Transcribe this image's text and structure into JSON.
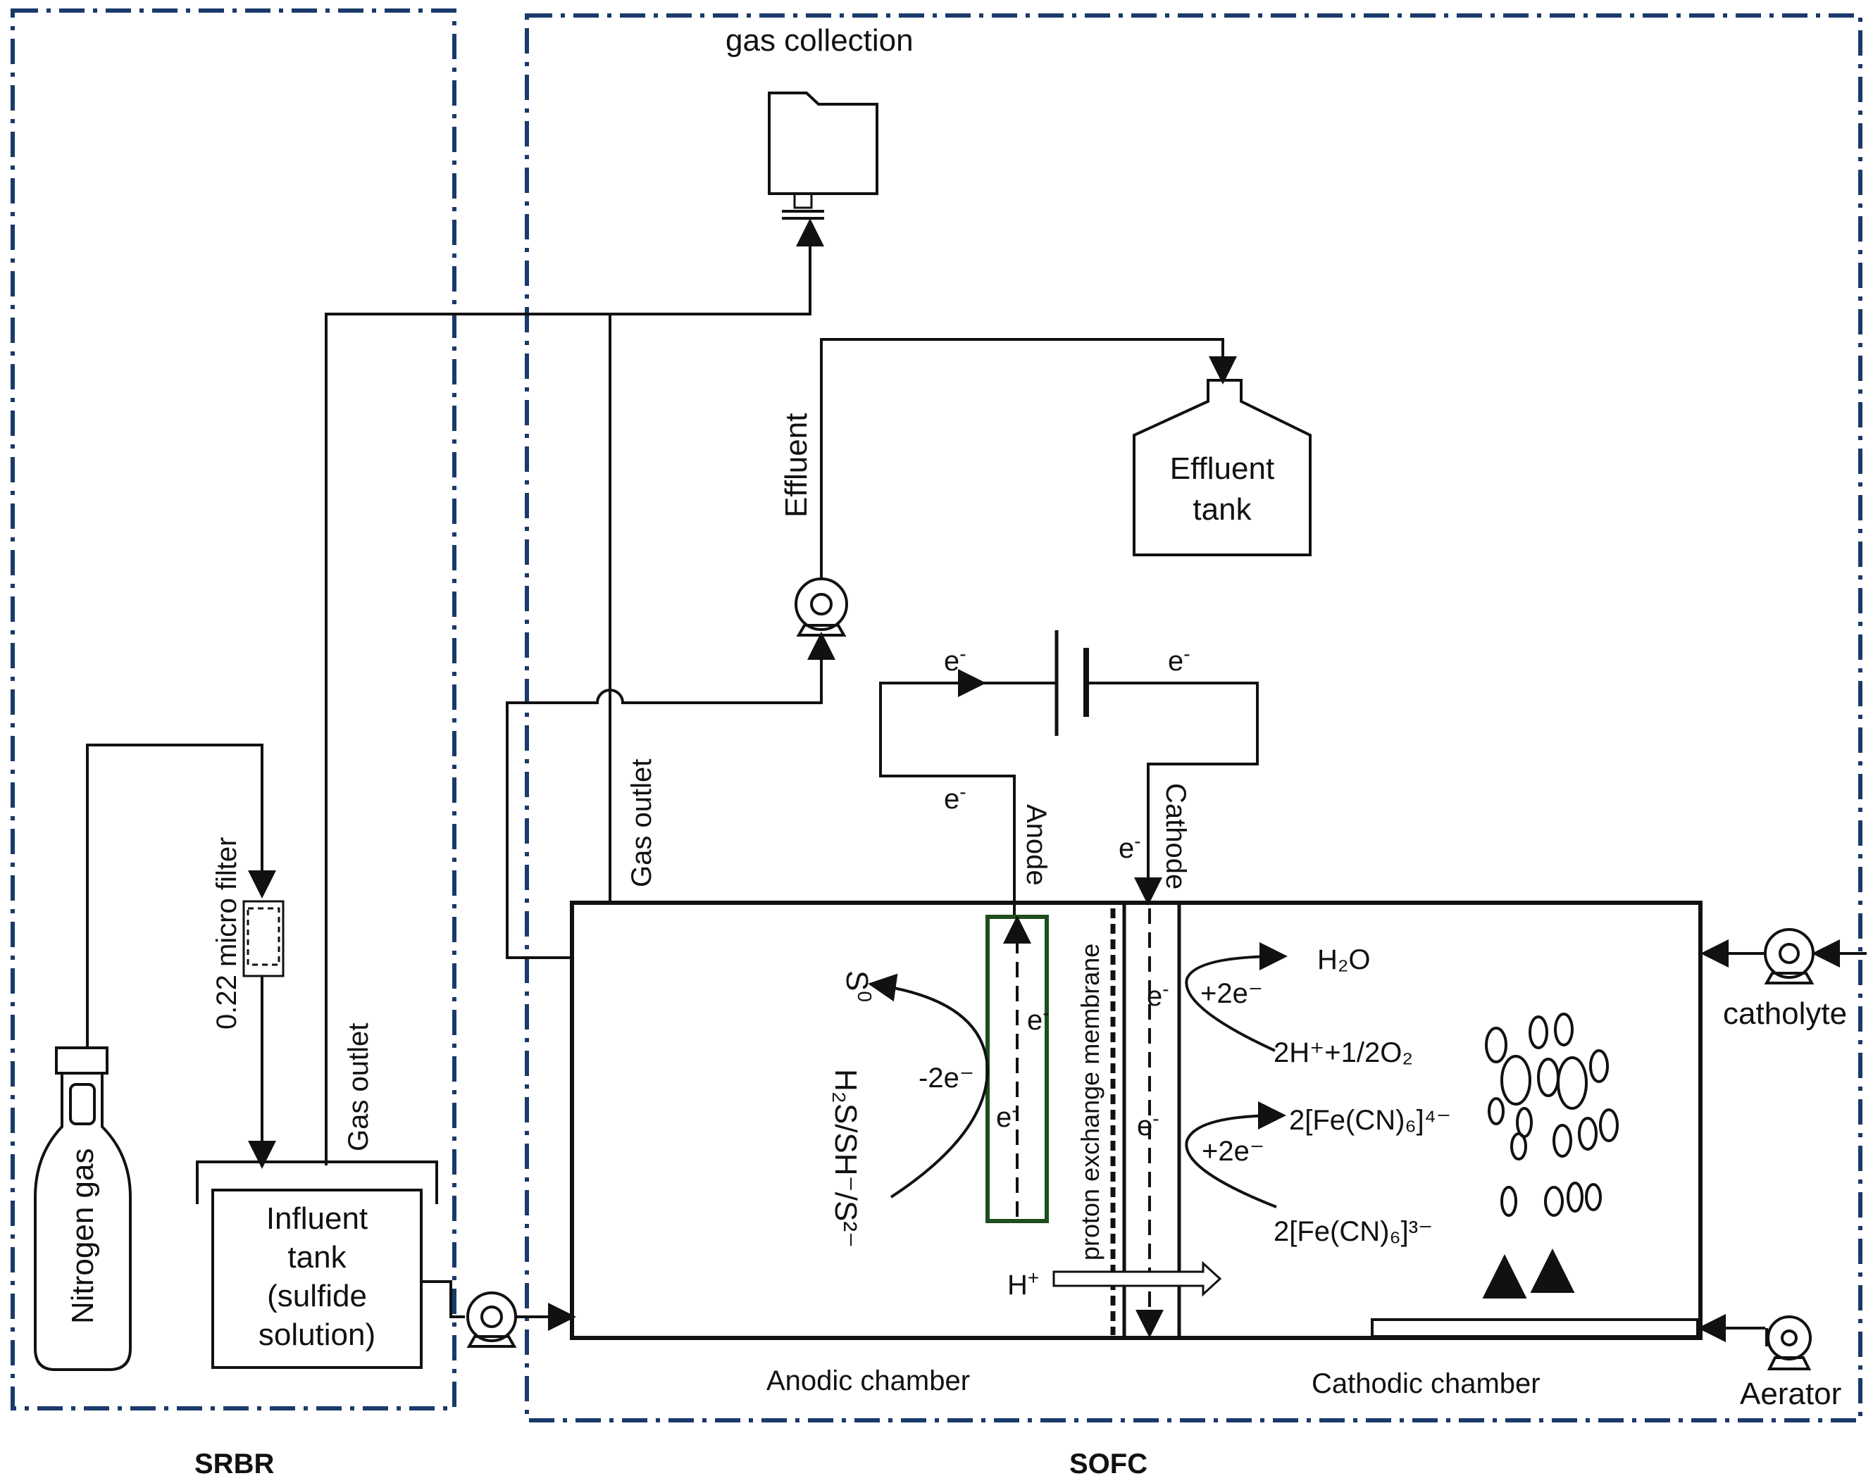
{
  "regions": {
    "srbr": "SRBR",
    "sofc": "SOFC"
  },
  "equipment": {
    "gas_collection": "gas collection",
    "effluent_tank_line1": "Effluent",
    "effluent_tank_line2": "tank",
    "nitrogen_gas": "Nitrogen gas",
    "micro_filter": "0.22 micro filter",
    "influent_line1": "Influent",
    "influent_line2": "tank",
    "influent_line3": "(sulfide",
    "influent_line4": "solution)",
    "catholyte": "catholyte",
    "aerator": "Aerator"
  },
  "flows": {
    "gas_outlet_srbr": "Gas outlet",
    "gas_outlet_sofc": "Gas outlet",
    "effluent": "Effluent"
  },
  "cell": {
    "anode": "Anode",
    "cathode": "Cathode",
    "membrane": "proton exchange membrane",
    "anodic_chamber": "Anodic chamber",
    "cathodic_chamber": "Cathodic chamber",
    "electron": "e",
    "electron_charge": "-",
    "proton_base": "H",
    "proton_charge": "+",
    "s0_base": "S",
    "s0_sup": "0",
    "sulfide_species": "H₂S/SH⁻/S²⁻",
    "minus_2e": "-2e⁻",
    "plus_2e_1": "+2e⁻",
    "plus_2e_2": "+2e⁻",
    "h2o": "H₂O",
    "oxygen_reaction": "2H⁺+1/2O₂",
    "ferro": "2[Fe(CN)₆]⁴⁻",
    "ferri": "2[Fe(CN)₆]³⁻"
  }
}
